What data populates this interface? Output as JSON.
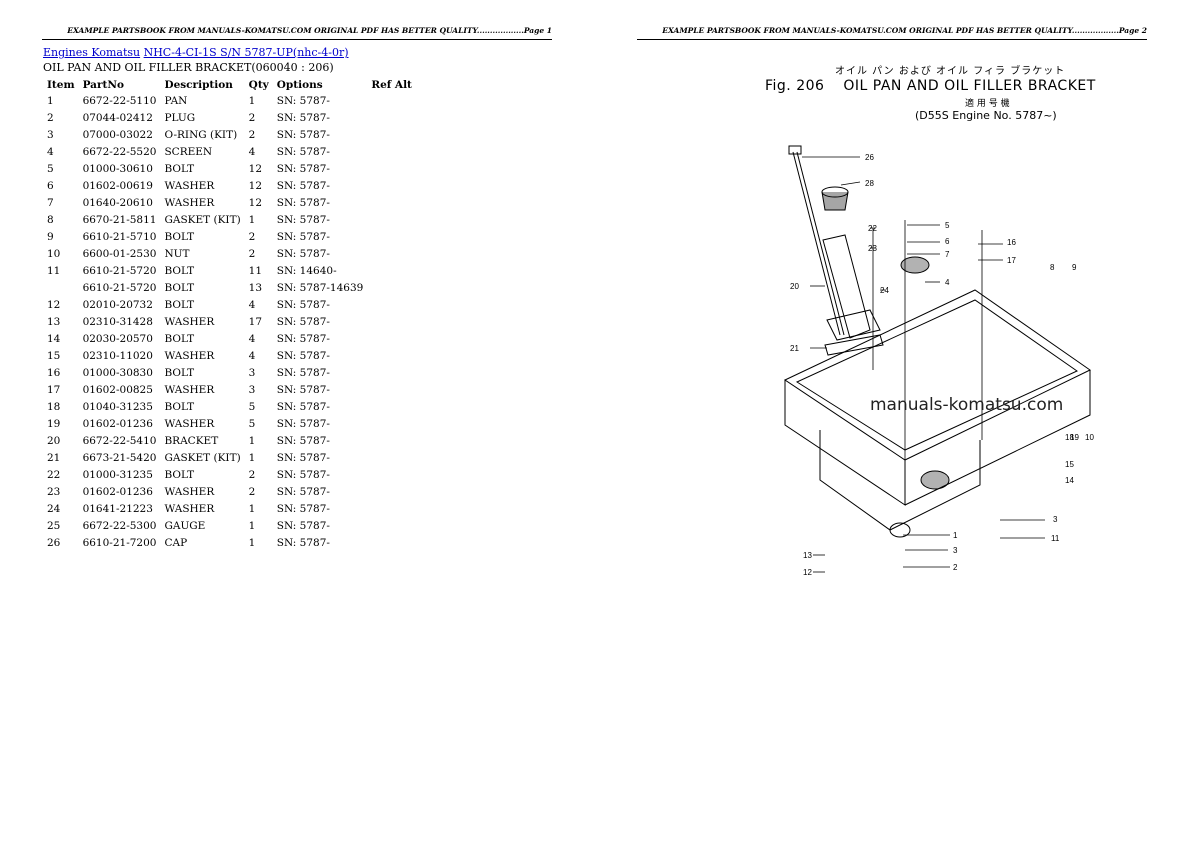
{
  "page1": {
    "header": "EXAMPLE PARTSBOOK FROM MANUALS-KOMATSU.COM ORIGINAL PDF HAS BETTER QUALITY..................Page 1",
    "breadcrumb": {
      "link1": "Engines Komatsu",
      "link2": "NHC-4-CI-1S S/N 5787-UP(nhc-4-0r)"
    },
    "section_title": "OIL PAN AND OIL FILLER BRACKET(060040 : 206)",
    "columns": [
      "Item",
      "PartNo",
      "Description",
      "Qty",
      "Options",
      "Ref Alt"
    ],
    "rows": [
      {
        "item": "1",
        "part": "6672-22-5110",
        "desc": "PAN",
        "qty": "1",
        "opt": "SN: 5787-"
      },
      {
        "item": "2",
        "part": "07044-02412",
        "desc": "PLUG",
        "qty": "2",
        "opt": "SN: 5787-"
      },
      {
        "item": "3",
        "part": "07000-03022",
        "desc": "O-RING (KIT)",
        "qty": "2",
        "opt": "SN: 5787-"
      },
      {
        "item": "4",
        "part": "6672-22-5520",
        "desc": "SCREEN",
        "qty": "4",
        "opt": "SN: 5787-"
      },
      {
        "item": "5",
        "part": "01000-30610",
        "desc": "BOLT",
        "qty": "12",
        "opt": "SN: 5787-"
      },
      {
        "item": "6",
        "part": "01602-00619",
        "desc": "WASHER",
        "qty": "12",
        "opt": "SN: 5787-"
      },
      {
        "item": "7",
        "part": "01640-20610",
        "desc": "WASHER",
        "qty": "12",
        "opt": "SN: 5787-"
      },
      {
        "item": "8",
        "part": "6670-21-5811",
        "desc": "GASKET (KIT)",
        "qty": "1",
        "opt": "SN: 5787-"
      },
      {
        "item": "9",
        "part": "6610-21-5710",
        "desc": "BOLT",
        "qty": "2",
        "opt": "SN: 5787-"
      },
      {
        "item": "10",
        "part": "6600-01-2530",
        "desc": "NUT",
        "qty": "2",
        "opt": "SN: 5787-"
      },
      {
        "item": "11",
        "part": "6610-21-5720",
        "desc": "BOLT",
        "qty": "11",
        "opt": "SN: 14640-"
      },
      {
        "item": "",
        "part": "6610-21-5720",
        "desc": "BOLT",
        "qty": "13",
        "opt": "SN: 5787-14639"
      },
      {
        "item": "12",
        "part": "02010-20732",
        "desc": "BOLT",
        "qty": "4",
        "opt": "SN: 5787-"
      },
      {
        "item": "13",
        "part": "02310-31428",
        "desc": "WASHER",
        "qty": "17",
        "opt": "SN: 5787-"
      },
      {
        "item": "14",
        "part": "02030-20570",
        "desc": "BOLT",
        "qty": "4",
        "opt": "SN: 5787-"
      },
      {
        "item": "15",
        "part": "02310-11020",
        "desc": "WASHER",
        "qty": "4",
        "opt": "SN: 5787-"
      },
      {
        "item": "16",
        "part": "01000-30830",
        "desc": "BOLT",
        "qty": "3",
        "opt": "SN: 5787-"
      },
      {
        "item": "17",
        "part": "01602-00825",
        "desc": "WASHER",
        "qty": "3",
        "opt": "SN: 5787-"
      },
      {
        "item": "18",
        "part": "01040-31235",
        "desc": "BOLT",
        "qty": "5",
        "opt": "SN: 5787-"
      },
      {
        "item": "19",
        "part": "01602-01236",
        "desc": "WASHER",
        "qty": "5",
        "opt": "SN: 5787-"
      },
      {
        "item": "20",
        "part": "6672-22-5410",
        "desc": "BRACKET",
        "qty": "1",
        "opt": "SN: 5787-"
      },
      {
        "item": "21",
        "part": "6673-21-5420",
        "desc": "GASKET (KIT)",
        "qty": "1",
        "opt": "SN: 5787-"
      },
      {
        "item": "22",
        "part": "01000-31235",
        "desc": "BOLT",
        "qty": "2",
        "opt": "SN: 5787-"
      },
      {
        "item": "23",
        "part": "01602-01236",
        "desc": "WASHER",
        "qty": "2",
        "opt": "SN: 5787-"
      },
      {
        "item": "24",
        "part": "01641-21223",
        "desc": "WASHER",
        "qty": "1",
        "opt": "SN: 5787-"
      },
      {
        "item": "25",
        "part": "6672-22-5300",
        "desc": "GAUGE",
        "qty": "1",
        "opt": "SN: 5787-"
      },
      {
        "item": "26",
        "part": "6610-21-7200",
        "desc": "CAP",
        "qty": "1",
        "opt": "SN: 5787-"
      }
    ]
  },
  "page2": {
    "header": "EXAMPLE PARTSBOOK FROM MANUALS-KOMATSU.COM ORIGINAL PDF HAS BETTER QUALITY..................Page 2",
    "figure": {
      "jp_title": "オイル パン および オイル フィラ ブラケット",
      "fig_label": "Fig. 206",
      "title": "OIL PAN AND OIL FILLER BRACKET",
      "jp_sub": "適 用 号 機",
      "sub": "D55S Engine No. 5787~"
    },
    "callouts": [
      "26",
      "28",
      "22",
      "23",
      "24",
      "5",
      "6",
      "7",
      "4",
      "16",
      "17",
      "8",
      "9",
      "20",
      "21",
      "18",
      "19",
      "10",
      "15",
      "14",
      "3",
      "11",
      "1",
      "3",
      "2",
      "13",
      "12"
    ],
    "watermark": "manuals-komatsu.com"
  }
}
